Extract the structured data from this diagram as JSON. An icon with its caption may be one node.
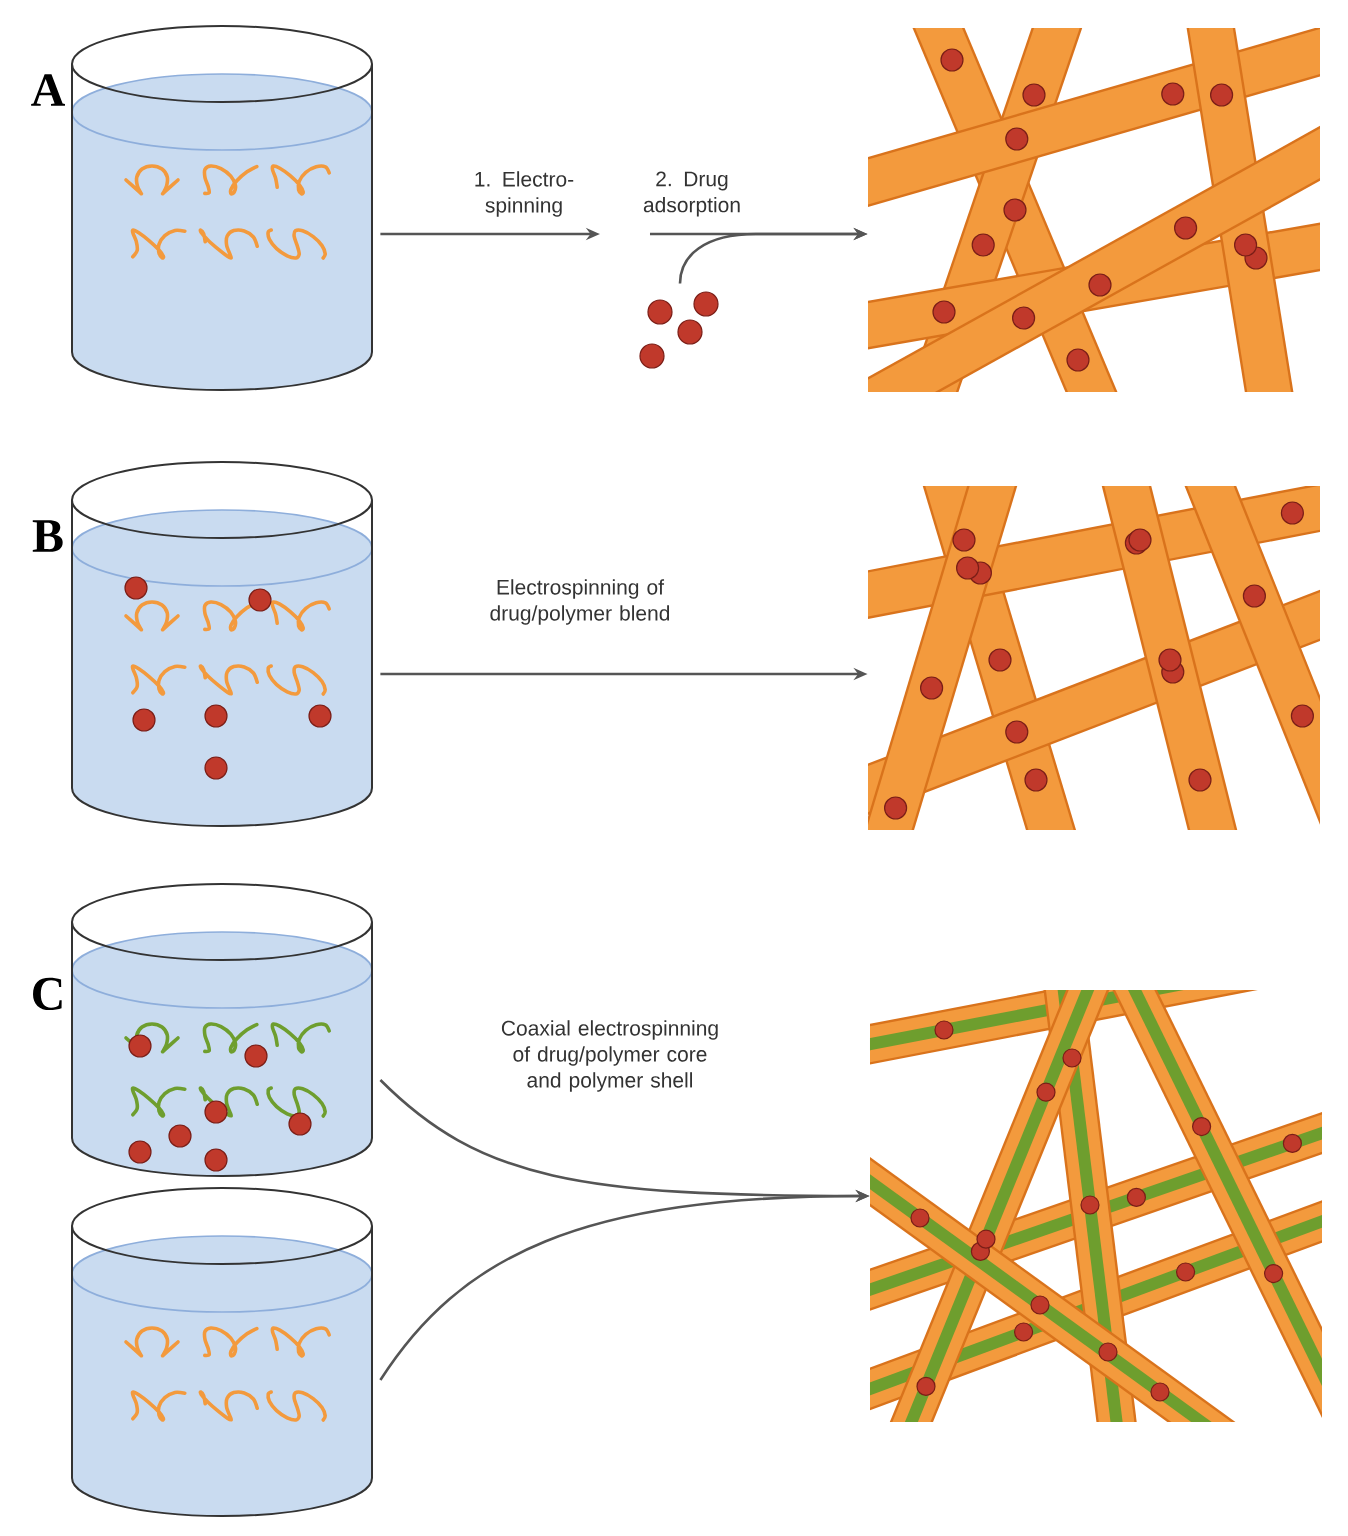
{
  "diagram": {
    "nodes": [
      {
        "text": [],
        "shape": "picture"
      },
      {
        "text": [],
        "shape": "picture"
      },
      {
        "text": [],
        "shape": "picture"
      },
      {
        "text": [],
        "shape": "picture"
      },
      {
        "text": [],
        "shape": "picture"
      },
      {
        "text": [],
        "shape": "picture"
      },
      {
        "text": [],
        "shape": "picture"
      },
      {
        "text": [],
        "shape": "picture"
      }
    ],
    "edges": [
      {
        "from": 0,
        "to": null,
        "arrow": "to",
        "label": "1. Electro- spinning"
      },
      {
        "from": null,
        "to": 2,
        "arrow": "to",
        "label": "2. Drug adsorption"
      },
      {
        "from": 1,
        "to": 2,
        "arrow": "to"
      },
      {
        "from": 3,
        "to": 4,
        "arrow": "to",
        "label": "Electrospinning of drug/polymer blend"
      },
      {
        "from": 5,
        "to": 7,
        "arrow": "to",
        "label": "Coaxial electrospinning of drug/polymer core and polymer shell"
      },
      {
        "from": 6,
        "to": 7,
        "arrow": "to"
      }
    ],
    "labels": [
      "A",
      "B",
      "C"
    ]
  }
}
